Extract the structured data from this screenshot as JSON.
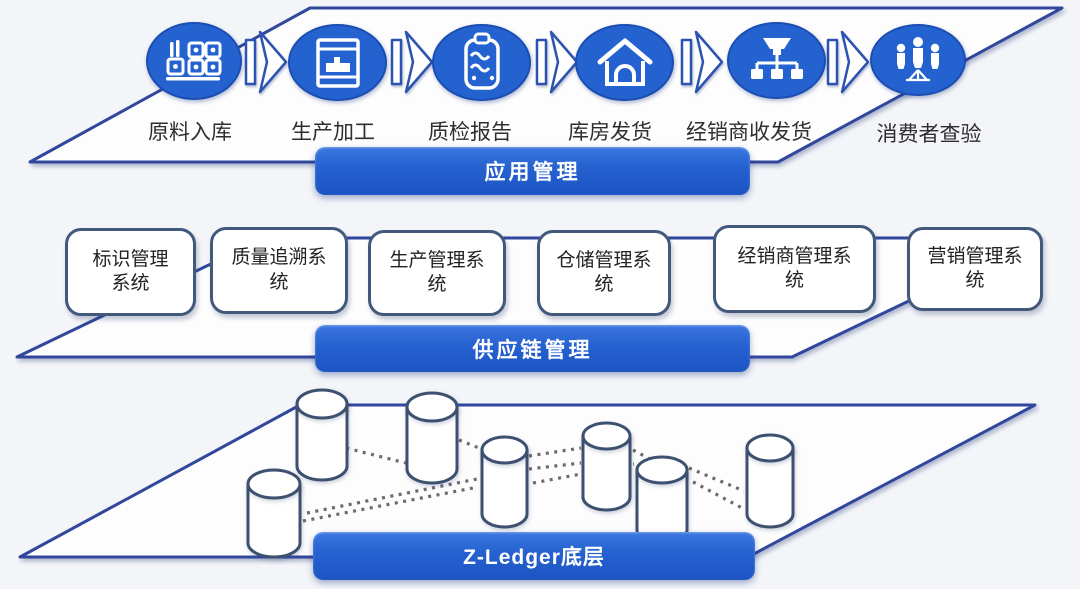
{
  "colors": {
    "primary_blue": "#2463cf",
    "banner_gradient_top": "#3b76e0",
    "banner_gradient_bottom": "#1d54c4",
    "plane_edge_navy": "#31479c",
    "system_box_border": "#43597b",
    "dotted_line": "#414141",
    "background": "#f3f5f8"
  },
  "top_layer": {
    "banner_label": "应用管理",
    "steps": [
      {
        "label": "原料入库",
        "icon": "raw-material-storage-icon"
      },
      {
        "label": "生产加工",
        "icon": "production-processing-icon"
      },
      {
        "label": "质检报告",
        "icon": "quality-report-icon"
      },
      {
        "label": "库房发货",
        "icon": "warehouse-shipping-icon"
      },
      {
        "label": "经销商收发货",
        "icon": "distributor-logistics-icon"
      },
      {
        "label": "消费者查验",
        "icon": "consumer-check-icon"
      }
    ]
  },
  "middle_layer": {
    "banner_label": "供应链管理",
    "systems": [
      {
        "line1": "标识管理",
        "line2": "系统"
      },
      {
        "line1": "质量追溯系",
        "line2": "统"
      },
      {
        "line1": "生产管理系",
        "line2": "统"
      },
      {
        "line1": "仓储管理系",
        "line2": "统"
      },
      {
        "line1": "经销商管理系",
        "line2": "统"
      },
      {
        "line1": "营销管理系",
        "line2": "统"
      }
    ]
  },
  "bottom_layer": {
    "banner_label": "Z-Ledger底层",
    "node_count": 7
  }
}
